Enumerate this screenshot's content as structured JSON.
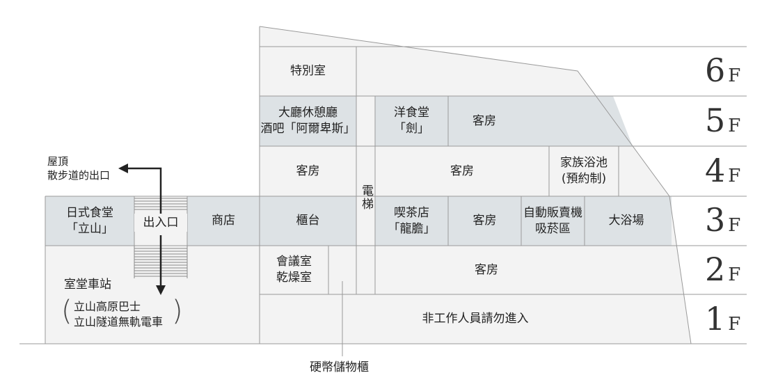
{
  "colors": {
    "highlight": "#dde2e5",
    "light": "#f3f3f3",
    "line": "#9a9a9a",
    "arrow": "#222222"
  },
  "floors": [
    "6",
    "5",
    "4",
    "3",
    "2",
    "1"
  ],
  "floor_suffix": "F",
  "rooms": {
    "special_room": "特別室",
    "lounge": "大廳休憩廳",
    "bar": "酒吧「阿爾卑斯」",
    "restaurant_5f_1": "洋食堂",
    "restaurant_5f_2": "「劍」",
    "guest_5f": "客房",
    "guest_4f_left": "客房",
    "guest_4f_mid": "客房",
    "family_bath_1": "家族浴池",
    "family_bath_2": "(預約制)",
    "elevator": "電梯",
    "front_desk": "櫃台",
    "cafe_1": "喫茶店",
    "cafe_2": "「龍膽」",
    "guest_3f": "客房",
    "vending_1": "自動販賣機",
    "vending_2": "吸菸區",
    "big_bath": "大浴場",
    "meeting_1": "會議室",
    "meeting_2": "乾燥室",
    "guest_2f": "客房",
    "staff_only": "非工作人員請勿進入",
    "japanese_restaurant_1": "日式食堂",
    "japanese_restaurant_2": "「立山」",
    "entrance": "出入口",
    "shop": "商店",
    "station": "室堂車站",
    "station_bus": "立山高原巴士",
    "station_trolley": "立山隧道無軌電車"
  },
  "annotations": {
    "rooftop_1": "屋頂",
    "rooftop_2": "散步道的出口",
    "lockers": "硬幣儲物櫃"
  }
}
